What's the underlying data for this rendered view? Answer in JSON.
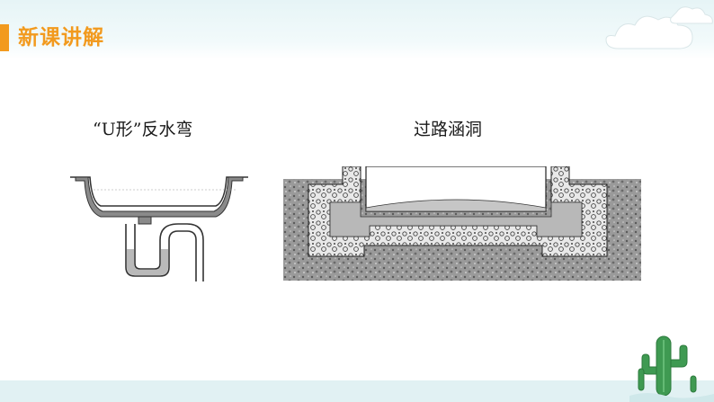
{
  "header": {
    "section_title": "新课讲解",
    "accent_color": "#f29a1e",
    "band_color": "#e6f4f6"
  },
  "figures": [
    {
      "caption": "“U形”反水弯",
      "icon": "u-shaped-drain-trap-diagram"
    },
    {
      "caption": "过路涵洞",
      "icon": "road-culvert-cross-section-diagram"
    }
  ],
  "decor": {
    "icons": [
      "cloud-icon",
      "cactus-icon"
    ],
    "footer_color": "#e1f1f3"
  }
}
